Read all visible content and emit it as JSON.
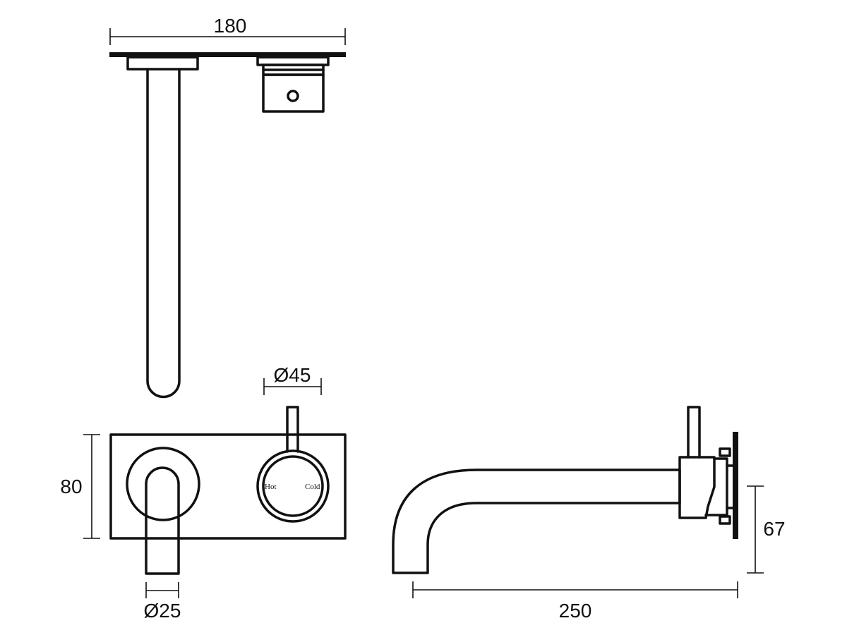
{
  "dimensions": {
    "top_width": "180",
    "handle_diameter": "Ø45",
    "plate_height": "80",
    "spout_diameter": "Ø25",
    "spout_length": "250",
    "side_height": "67"
  },
  "mixer_labels": {
    "hot": "Hot",
    "cold": "Cold"
  }
}
